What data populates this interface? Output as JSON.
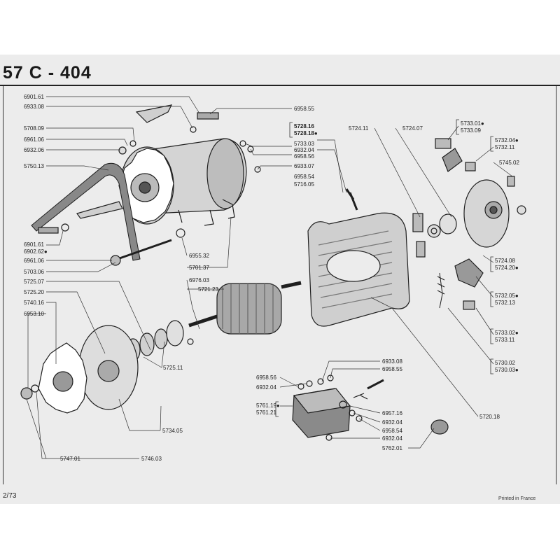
{
  "header": {
    "title": "57 C - 404"
  },
  "footer": {
    "page": "2/73",
    "printed": "Printed in France"
  },
  "labels": {
    "p6901_61_top": "6901.61",
    "p6933_08_top": "6933.08",
    "p5708_09": "5708.09",
    "p6961_06_top": "6961.06",
    "p6932_06": "6932.06",
    "p5750_13": "5750.13",
    "p6958_55_top": "6958.55",
    "p5728_16": "5728.16",
    "p5728_18": "5728.18●",
    "p5733_03": "5733.03",
    "p6932_04_a": "6932.04",
    "p6958_56_a": "6958.56",
    "p6933_07": "6933.07",
    "p6958_54_a": "6958.54",
    "p5716_05": "5716.05",
    "p5724_11": "5724.11",
    "p5724_07": "5724.07",
    "p5733_01": "5733.01●",
    "p5733_09": "5733.09",
    "p5732_04": "5732.04●",
    "p5732_11": "5732.11",
    "p5745_02": "5745.02",
    "p6901_61_bot": "6901.61",
    "p6902_62": "6902.62●",
    "p6961_06_bot": "6961.06",
    "p5703_06": "5703.06",
    "p6955_32": "6955.32",
    "p5701_37": "5701.37",
    "p6976_03": "6976.03",
    "p5721_23": "5721.23",
    "p5725_07": "5725.07",
    "p5725_20": "5725.20",
    "p5740_16": "5740.16",
    "p6953_10": "6953.10",
    "p5725_11": "5725.11",
    "p5734_05": "5734.05",
    "p5747_01": "5747.01",
    "p5746_03": "5746.03",
    "p5724_08": "5724.08",
    "p5724_20": "5724.20●",
    "p5732_05": "5732.05●",
    "p5732_13": "5732.13",
    "p5733_02": "5733.02●",
    "p5733_11": "5733.11",
    "p5730_02": "5730.02",
    "p5730_03": "5730.03●",
    "p5720_18": "5720.18",
    "p6933_08_bot": "6933.08",
    "p6958_55_bot": "6958.55",
    "p6958_56_bot": "6958.56",
    "p6932_04_b": "6932.04",
    "p5761_19": "5761.19●",
    "p5761_21": "5761.21",
    "p6957_16": "6957.16",
    "p6932_04_c": "6932.04",
    "p6958_54_b": "6958.54",
    "p6932_04_d": "6932.04",
    "p5762_01": "5762.01"
  },
  "colors": {
    "paper": "#ececec",
    "ink": "#1f1f1f"
  }
}
